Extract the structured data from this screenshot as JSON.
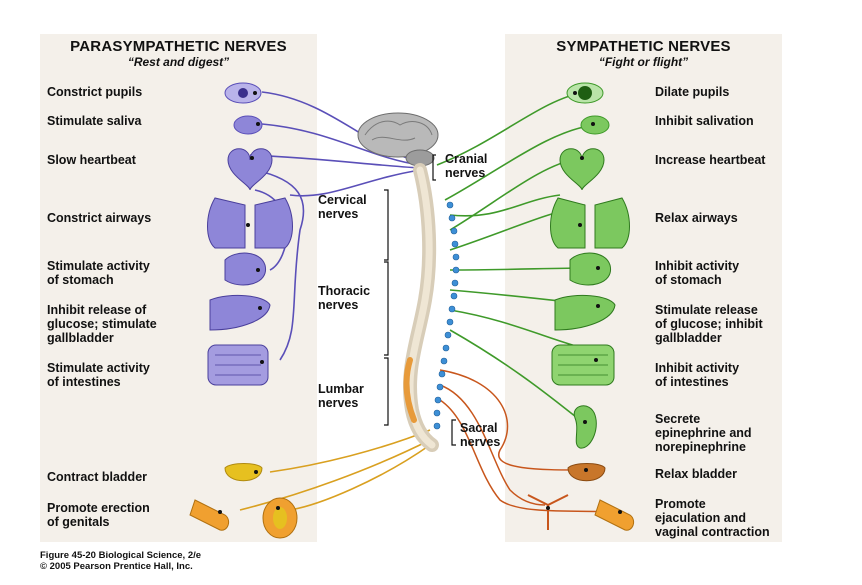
{
  "parasympathetic": {
    "title": "PARASYMPATHETIC NERVES",
    "subtitle": "“Rest and digest”",
    "effects": [
      "Constrict pupils",
      "Stimulate saliva",
      "Slow heartbeat",
      "Constrict airways",
      "Stimulate activity\nof stomach",
      "Inhibit release of\nglucose; stimulate\ngallbladder",
      "Stimulate activity\nof intestines",
      "Contract bladder",
      "Promote erection\nof genitals"
    ]
  },
  "sympathetic": {
    "title": "SYMPATHETIC NERVES",
    "subtitle": "“Fight or flight”",
    "effects": [
      "Dilate pupils",
      "Inhibit salivation",
      "Increase heartbeat",
      "Relax airways",
      "Inhibit activity\nof stomach",
      "Stimulate release\nof glucose; inhibit\ngallbladder",
      "Inhibit activity\nof intestines",
      "Secrete\nepinephrine and\nnorepinephrine",
      "Relax bladder",
      "Promote\nejaculation and\nvaginal contraction"
    ]
  },
  "nerve_labels": {
    "cranial": "Cranial\nnerves",
    "cervical": "Cervical\nnerves",
    "thoracic": "Thoracic\nnerves",
    "lumbar": "Lumbar\nnerves",
    "sacral": "Sacral\nnerves"
  },
  "caption": {
    "line1": "Figure 45-20 Biological Science, 2/e",
    "line2": "© 2005 Pearson Prentice Hall, Inc."
  },
  "colors": {
    "parasympathetic": "#5a4fb8",
    "sympathetic": "#3f9a2a",
    "sacral": "#d9a020",
    "lumbar_sympathetic": "#c8561c",
    "ganglia": "#3d8fd6"
  }
}
